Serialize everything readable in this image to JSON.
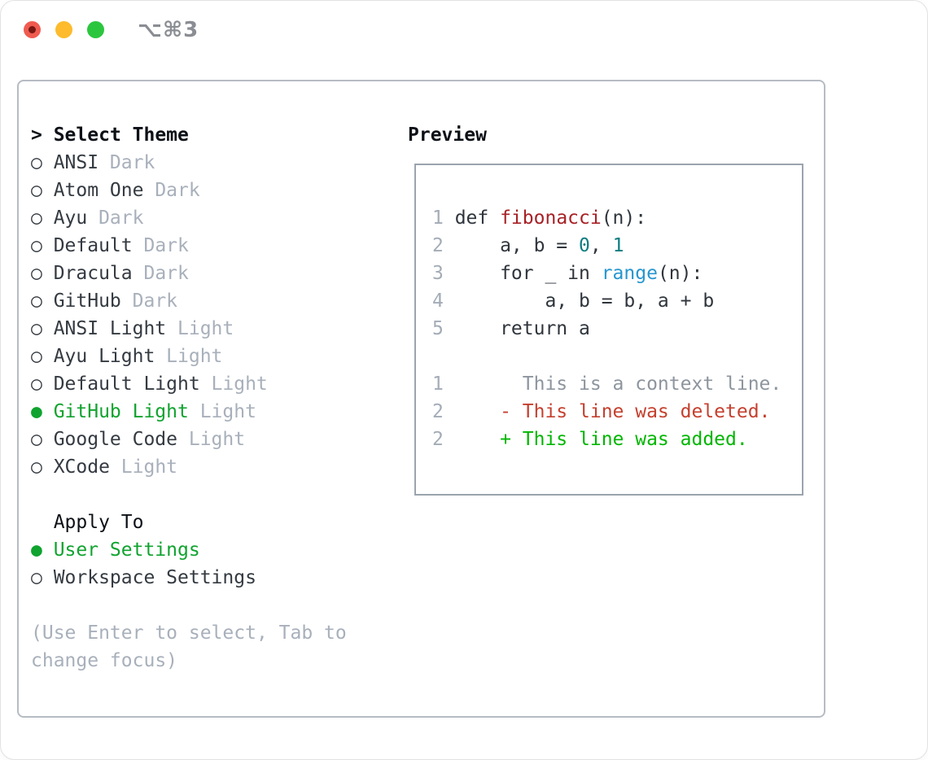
{
  "window": {
    "title": "⌥⌘3"
  },
  "theme_picker": {
    "header_prefix": "> ",
    "header": "Select Theme",
    "radio_unselected": "○",
    "radio_selected": "●",
    "items": [
      {
        "name": "ANSI",
        "variant": "Dark",
        "selected": false
      },
      {
        "name": "Atom One",
        "variant": "Dark",
        "selected": false
      },
      {
        "name": "Ayu",
        "variant": "Dark",
        "selected": false
      },
      {
        "name": "Default",
        "variant": "Dark",
        "selected": false
      },
      {
        "name": "Dracula",
        "variant": "Dark",
        "selected": false
      },
      {
        "name": "GitHub",
        "variant": "Dark",
        "selected": false
      },
      {
        "name": "ANSI Light",
        "variant": "Light",
        "selected": false
      },
      {
        "name": "Ayu Light",
        "variant": "Light",
        "selected": false
      },
      {
        "name": "Default Light",
        "variant": "Light",
        "selected": false
      },
      {
        "name": "GitHub Light",
        "variant": "Light",
        "selected": true
      },
      {
        "name": "Google Code",
        "variant": "Light",
        "selected": false
      },
      {
        "name": "XCode",
        "variant": "Light",
        "selected": false
      }
    ]
  },
  "apply_to": {
    "header": "Apply To",
    "options": [
      {
        "label": "User Settings",
        "selected": true
      },
      {
        "label": "Workspace Settings",
        "selected": false
      }
    ]
  },
  "hints": [
    "(Use Enter to select, Tab to",
    "change focus)"
  ],
  "preview": {
    "header": "Preview",
    "lines": [
      {
        "n": "1",
        "kind": "code",
        "parts": [
          [
            "def ",
            "k"
          ],
          [
            "fibonacci",
            "fn"
          ],
          [
            "(n):",
            "k"
          ]
        ]
      },
      {
        "n": "2",
        "kind": "code",
        "parts": [
          [
            "    a, b = ",
            "k"
          ],
          [
            "0",
            "num"
          ],
          [
            ", ",
            "k"
          ],
          [
            "1",
            "num"
          ]
        ]
      },
      {
        "n": "3",
        "kind": "code",
        "parts": [
          [
            "    for _ in ",
            "k"
          ],
          [
            "range",
            "builtin"
          ],
          [
            "(n):",
            "k"
          ]
        ]
      },
      {
        "n": "4",
        "kind": "code",
        "parts": [
          [
            "        a, b = b, a + b",
            "k"
          ]
        ]
      },
      {
        "n": "5",
        "kind": "code",
        "parts": [
          [
            "    return a",
            "k"
          ]
        ]
      },
      {
        "n": "",
        "kind": "blank",
        "parts": []
      },
      {
        "n": "1",
        "kind": "diff-context",
        "parts": [
          [
            "      This is a context line.",
            "ctx"
          ]
        ]
      },
      {
        "n": "2",
        "kind": "diff-deleted",
        "parts": [
          [
            "    - This line was deleted.",
            "del"
          ]
        ]
      },
      {
        "n": "2",
        "kind": "diff-added",
        "parts": [
          [
            "    + This line was added.",
            "add"
          ]
        ]
      }
    ]
  },
  "colors": {
    "header_black": "#0d1117",
    "item_text": "#343a41",
    "code_text": "#2f353c",
    "muted": "#a8b0bb",
    "context_gray": "#8d959e",
    "selected_green": "#10a32f",
    "added_green": "#00b600",
    "deleted_red": "#c5402e",
    "function_red": "#a72126",
    "number_teal": "#0d7c80",
    "builtin_blue": "#2696cf",
    "line_number_gray": "#a3acb7",
    "title_gray": "#8a8d92",
    "traffic_red": "#f05b50",
    "traffic_red_dot": "#771812",
    "traffic_yellow": "#fdbb2d",
    "traffic_green": "#2cc63e",
    "box_border": "#b6bcc4",
    "preview_border": "#9ba4ae",
    "window_border": "#e2e2e2"
  }
}
